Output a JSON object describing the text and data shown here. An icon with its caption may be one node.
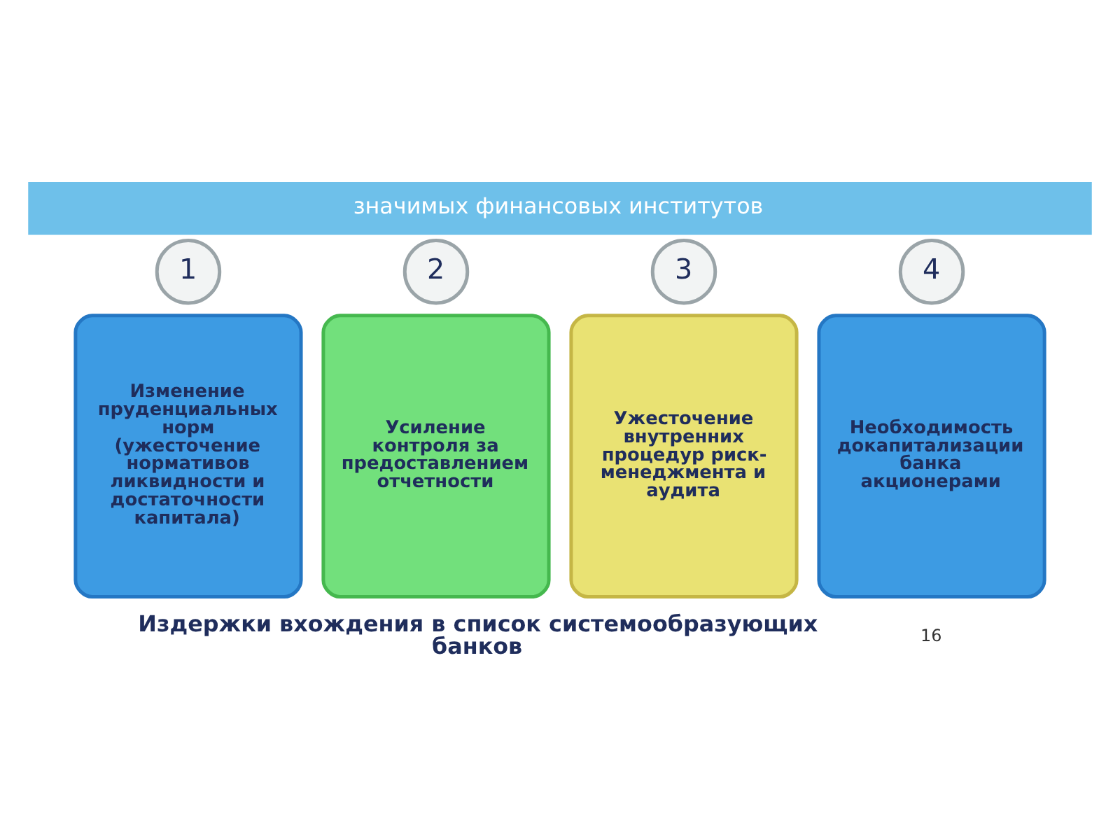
{
  "diagram": {
    "title": "значимых финансовых институтов",
    "caption": "Издержки вхождения в список системообразующих банков",
    "nodes": [
      {
        "text": [
          "1"
        ]
      },
      {
        "text": [
          "Изменение пруденциальных норм (ужесточение нормативов ликвидности и достаточности капитала)"
        ]
      },
      {
        "text": [
          "2"
        ]
      },
      {
        "text": [
          "Усиление контроля за предоставлением отчетности"
        ]
      },
      {
        "text": [
          "3"
        ]
      },
      {
        "text": [
          "Ужесточение внутренних процедур риск-менеджмента и аудита"
        ]
      },
      {
        "text": [
          "4"
        ]
      },
      {
        "text": [
          "Необходимость докапитализации банка акционерами"
        ]
      }
    ],
    "labels": [
      "16"
    ]
  }
}
